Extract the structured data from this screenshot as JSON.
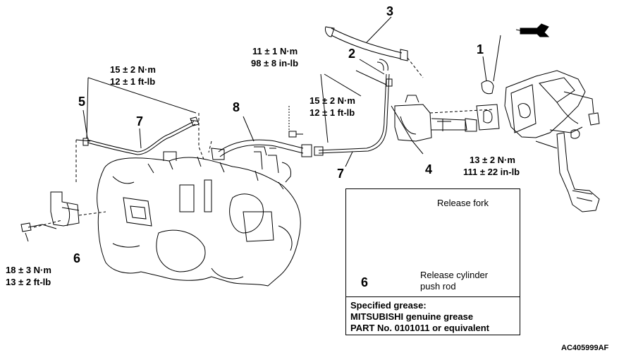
{
  "callouts": {
    "c1": "1",
    "c2": "2",
    "c3": "3",
    "c4": "4",
    "c5": "5",
    "c6": "6",
    "c7a": "7",
    "c7b": "7",
    "c8": "8",
    "c6inset": "6"
  },
  "torques": {
    "left_hose": [
      "15 ± 2 N·m",
      "12 ± 1 ft-lb"
    ],
    "bolt_top": [
      "11 ± 1 N·m",
      "98 ± 8 in-lb"
    ],
    "pipe_mid": [
      "15 ± 2 N·m",
      "12 ± 1 ft-lb"
    ],
    "pedal": [
      "13 ± 2 N·m",
      "111 ± 22 in-lb"
    ],
    "release_bolt": [
      "18 ± 3 N·m",
      "13 ± 2 ft-lb"
    ]
  },
  "inset": {
    "release_fork": "Release fork",
    "push_rod": [
      "Release cylinder",
      "push rod"
    ]
  },
  "grease": {
    "line1": "Specified grease:",
    "line2": "MITSUBISHI genuine grease",
    "line3": "PART No. 0101011 or equivalent"
  },
  "reference": "AC405999AF"
}
